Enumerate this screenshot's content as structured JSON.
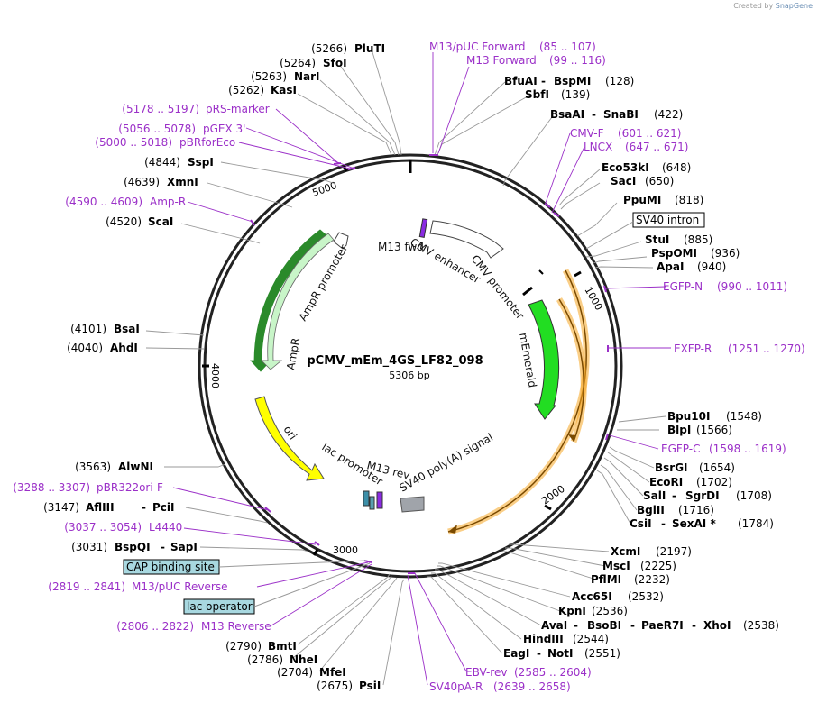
{
  "watermark": {
    "prefix": "Created by",
    "brand": "SnapGene"
  },
  "plasmid": {
    "name": "pCMV_mEm_4GS_LF82_098",
    "size_label": "5306 bp",
    "length": 5306
  },
  "ticks": [
    "1000",
    "2000",
    "3000",
    "4000",
    "5000"
  ],
  "colors": {
    "backbone": "#222222",
    "primer": "#9b30c8",
    "ampr": "#c8f5c8",
    "ori": "#ffff00",
    "mEmerald": "#22dd22",
    "orf_outline": "#f5a623",
    "promoter": "#ffffff",
    "polyA": "#a0a4aa",
    "boxed_fill": "#a8d8e0"
  },
  "enzymes": [
    {
      "name": "PluTI",
      "pos": "(5266)"
    },
    {
      "name": "SfoI",
      "pos": "(5264)"
    },
    {
      "name": "NarI",
      "pos": "(5263)"
    },
    {
      "name": "KasI",
      "pos": "(5262)"
    },
    {
      "name": "BfuAI",
      "name2": "BspMI",
      "pos": "(128)"
    },
    {
      "name": "SbfI",
      "pos": "(139)"
    },
    {
      "name": "BsaAI",
      "name2": "SnaBI",
      "pos": "(422)"
    },
    {
      "name": "Eco53kI",
      "pos": "(648)"
    },
    {
      "name": "SacI",
      "pos": "(650)"
    },
    {
      "name": "PpuMI",
      "pos": "(818)"
    },
    {
      "name": "StuI",
      "pos": "(885)"
    },
    {
      "name": "PspOMI",
      "pos": "(936)"
    },
    {
      "name": "ApaI",
      "pos": "(940)"
    },
    {
      "name": "SspI",
      "pos": "(4844)"
    },
    {
      "name": "XmnI",
      "pos": "(4639)"
    },
    {
      "name": "ScaI",
      "pos": "(4520)"
    },
    {
      "name": "BsaI",
      "pos": "(4101)"
    },
    {
      "name": "AhdI",
      "pos": "(4040)"
    },
    {
      "name": "Bpu10I",
      "pos": "(1548)"
    },
    {
      "name": "BlpI",
      "pos": "(1566)"
    },
    {
      "name": "BsrGI",
      "pos": "(1654)"
    },
    {
      "name": "EcoRI",
      "pos": "(1702)"
    },
    {
      "name": "SalI",
      "name2": "SgrDI",
      "pos": "(1708)"
    },
    {
      "name": "BglII",
      "pos": "(1716)"
    },
    {
      "name": "CsiI",
      "name2": "SexAI *",
      "pos": "(1784)"
    },
    {
      "name": "AlwNI",
      "pos": "(3563)"
    },
    {
      "name": "AflIII",
      "name2": "PciI",
      "pos": "(3147)"
    },
    {
      "name": "BspQI",
      "name2": "SapI",
      "pos": "(3031)"
    },
    {
      "name": "XcmI",
      "pos": "(2197)"
    },
    {
      "name": "MscI",
      "pos": "(2225)"
    },
    {
      "name": "PflMI",
      "pos": "(2232)"
    },
    {
      "name": "Acc65I",
      "pos": "(2532)"
    },
    {
      "name": "KpnI",
      "pos": "(2536)"
    },
    {
      "name": "AvaI",
      "name2": "BsoBI",
      "name3": "PaeR7I",
      "name4": "XhoI",
      "pos": "(2538)"
    },
    {
      "name": "HindIII",
      "pos": "(2544)"
    },
    {
      "name": "EagI",
      "name2": "NotI",
      "pos": "(2551)"
    },
    {
      "name": "BmtI",
      "pos": "(2790)"
    },
    {
      "name": "NheI",
      "pos": "(2786)"
    },
    {
      "name": "MfeI",
      "pos": "(2704)"
    },
    {
      "name": "PsiI",
      "pos": "(2675)"
    }
  ],
  "primers": [
    {
      "name": "M13/pUC Forward",
      "range": "(85 .. 107)"
    },
    {
      "name": "M13 Forward",
      "range": "(99 .. 116)"
    },
    {
      "name": "pRS-marker",
      "range": "(5178 .. 5197)"
    },
    {
      "name": "pGEX 3'",
      "range": "(5056 .. 5078)"
    },
    {
      "name": "pBRforEco",
      "range": "(5000 .. 5018)"
    },
    {
      "name": "CMV-F",
      "range": "(601 .. 621)"
    },
    {
      "name": "LNCX",
      "range": "(647 .. 671)"
    },
    {
      "name": "Amp-R",
      "range": "(4590 .. 4609)"
    },
    {
      "name": "EGFP-N",
      "range": "(990 .. 1011)"
    },
    {
      "name": "EXFP-R",
      "range": "(1251 .. 1270)"
    },
    {
      "name": "EGFP-C",
      "range": "(1598 .. 1619)"
    },
    {
      "name": "pBR322ori-F",
      "range": "(3288 .. 3307)"
    },
    {
      "name": "L4440",
      "range": "(3037 .. 3054)"
    },
    {
      "name": "M13/pUC Reverse",
      "range": "(2819 .. 2841)"
    },
    {
      "name": "M13 Reverse",
      "range": "(2806 .. 2822)"
    },
    {
      "name": "EBV-rev",
      "range": "(2585 .. 2604)"
    },
    {
      "name": "SV40pA-R",
      "range": "(2639 .. 2658)"
    }
  ],
  "boxed_labels": [
    "SV40 intron",
    "CAP binding site",
    "lac operator"
  ],
  "features": [
    "M13 fwd",
    "CMV enhancer",
    "CMV promoter",
    "mEmerald",
    "SV40 poly(A) signal",
    "M13 rev",
    "lac promoter",
    "ori",
    "AmpR",
    "AmpR promoter"
  ]
}
